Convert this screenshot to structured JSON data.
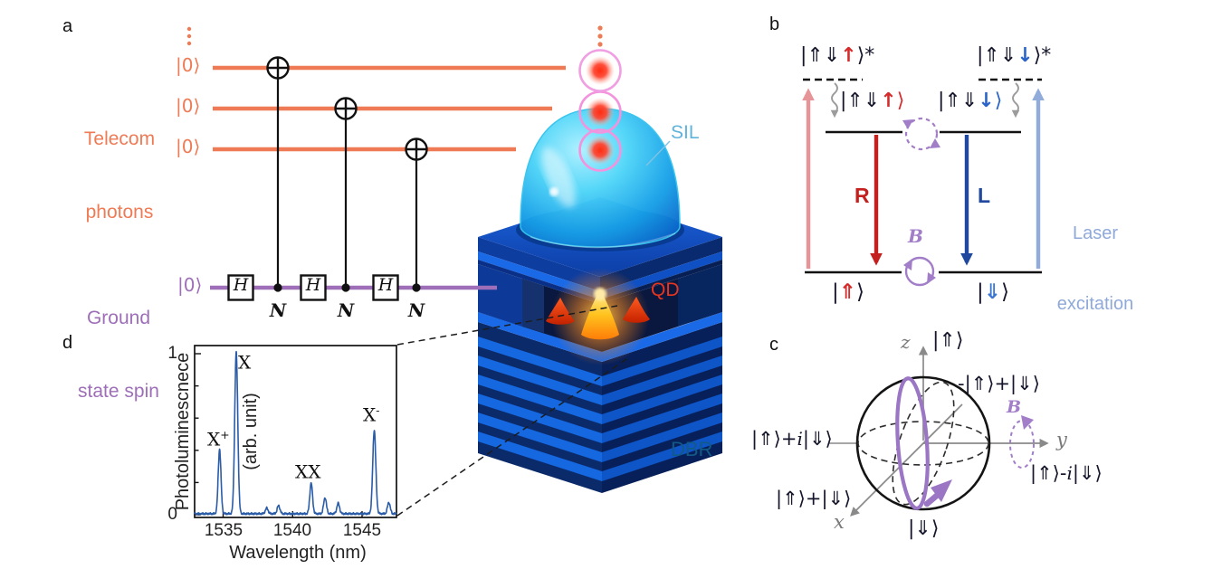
{
  "figure": {
    "panel_a_letter": "a",
    "panel_b_letter": "b",
    "panel_c_letter": "c",
    "panel_d_letter": "d"
  },
  "colors": {
    "telecom_orange": "#ee7b55",
    "spin_purple": "#9e6fb8",
    "photon_ring_pink": "#f493dd",
    "sil_cyan": "#5fb3dc",
    "qd_red": "#e8351f",
    "dbr_blue": "#125a86",
    "arrow_pink": "#e69497",
    "arrow_red": "#c4201f",
    "arrow_blue": "#20489f",
    "arrow_lightblue": "#91abda",
    "field_purple": "#a27ec9",
    "spectrum_blue": "#2a5ca8"
  },
  "panel_a": {
    "telecom_line1": "Telecom",
    "telecom_line2": "photons",
    "qubit_ket": "|0⟩",
    "ground_line1": "Ground",
    "ground_line2": "state spin",
    "hadamard_label": "H",
    "noise_label": "N",
    "sil_label": "SIL",
    "qd_label": "QD",
    "dbr_label": "DBR"
  },
  "panel_b": {
    "state_top_left": {
      "pre": "|⇑⇓",
      "arrow": "↑",
      "post": "⟩*"
    },
    "state_top_right": {
      "pre": "|⇑⇓",
      "arrow": "↓",
      "post": "⟩*"
    },
    "state_trion_left": {
      "pre": "|⇑⇓",
      "arrow": "↑",
      "ket": "⟩"
    },
    "state_trion_right": {
      "pre": "|⇑⇓",
      "arrow": "↓",
      "ket": "⟩"
    },
    "r_label": "R",
    "l_label": "L",
    "b_label": "B",
    "laser_line1": "Laser",
    "laser_line2": "excitation",
    "ground_left": {
      "pre": "|",
      "arrow": "⇑",
      "post": "⟩"
    },
    "ground_right": {
      "pre": "|",
      "arrow": "⇓",
      "post": "⟩"
    }
  },
  "panel_c": {
    "axis_x": "x",
    "axis_y": "y",
    "axis_z": "z",
    "b_label": "B",
    "state_up": "|⇑⟩",
    "state_down": "|⇓⟩",
    "state_minus": "-|⇑⟩+|⇓⟩",
    "state_plus": "|⇑⟩+|⇓⟩",
    "state_plus_i": {
      "pre": "|⇑⟩+",
      "i": "i",
      "post": "|⇓⟩"
    },
    "state_minus_i": {
      "pre": "|⇑⟩-",
      "i": "i",
      "post": "|⇓⟩"
    }
  },
  "chart_data": {
    "type": "line",
    "xlabel": "Wavelength (nm)",
    "ylabel_line1": "Photoluminescnece",
    "ylabel_line2": "(arb. unit)",
    "x_ticks": [
      1535,
      1540,
      1545
    ],
    "y_ticks": [
      0,
      1
    ],
    "xlim": [
      1532.95,
      1547.5
    ],
    "ylim": [
      0,
      1.05
    ],
    "grid": false,
    "line_color": "#2a5ca8",
    "peaks": [
      {
        "wavelength_nm": 1534.75,
        "height": 0.4,
        "sigma_nm": 0.1,
        "label": {
          "base": "X",
          "sup": "+"
        }
      },
      {
        "wavelength_nm": 1535.95,
        "height": 1.0,
        "sigma_nm": 0.11,
        "label": {
          "base": "X",
          "sup": ""
        }
      },
      {
        "wavelength_nm": 1538.15,
        "height": 0.035,
        "sigma_nm": 0.1
      },
      {
        "wavelength_nm": 1539.0,
        "height": 0.05,
        "sigma_nm": 0.1
      },
      {
        "wavelength_nm": 1541.35,
        "height": 0.19,
        "sigma_nm": 0.1,
        "label": {
          "base": "XX",
          "sup": ""
        }
      },
      {
        "wavelength_nm": 1542.35,
        "height": 0.1,
        "sigma_nm": 0.1
      },
      {
        "wavelength_nm": 1543.3,
        "height": 0.065,
        "sigma_nm": 0.1
      },
      {
        "wavelength_nm": 1545.9,
        "height": 0.52,
        "sigma_nm": 0.11,
        "label": {
          "base": "X",
          "sup": "-"
        }
      },
      {
        "wavelength_nm": 1546.95,
        "height": 0.07,
        "sigma_nm": 0.1
      }
    ]
  }
}
